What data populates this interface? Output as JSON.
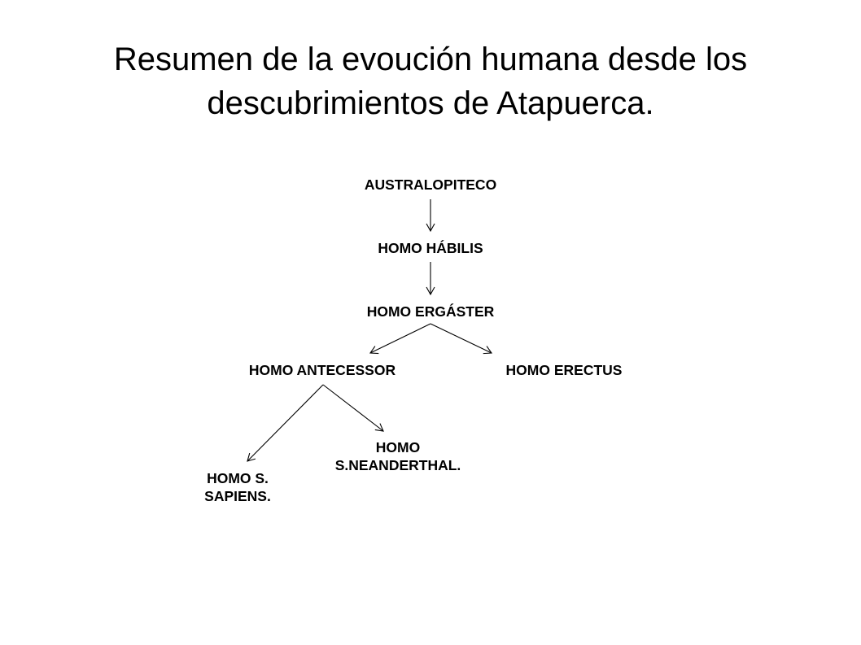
{
  "title": {
    "line1": "Resumen de la evoución humana desde los",
    "line2": "descubrimientos de Atapuerca."
  },
  "nodes": {
    "australopiteco": "AUSTRALOPITECO",
    "homo_habilis": "HOMO HÁBILIS",
    "homo_ergaster": "HOMO ERGÁSTER",
    "homo_antecessor": "HOMO ANTECESSOR",
    "homo_erectus": "HOMO ERECTUS",
    "homo_neanderthal": {
      "line1": "HOMO",
      "line2": "S.NEANDERTHAL."
    },
    "homo_sapiens": {
      "line1": "HOMO S.",
      "line2": "SAPIENS."
    }
  },
  "edges": [
    {
      "from": "AUSTRALOPITECO",
      "to": "HOMO HÁBILIS"
    },
    {
      "from": "HOMO HÁBILIS",
      "to": "HOMO ERGÁSTER"
    },
    {
      "from": "HOMO ERGÁSTER",
      "to": "HOMO ANTECESSOR"
    },
    {
      "from": "HOMO ERGÁSTER",
      "to": "HOMO ERECTUS"
    },
    {
      "from": "HOMO ANTECESSOR",
      "to": "HOMO S. SAPIENS."
    },
    {
      "from": "HOMO ANTECESSOR",
      "to": "HOMO S.NEANDERTHAL."
    }
  ]
}
